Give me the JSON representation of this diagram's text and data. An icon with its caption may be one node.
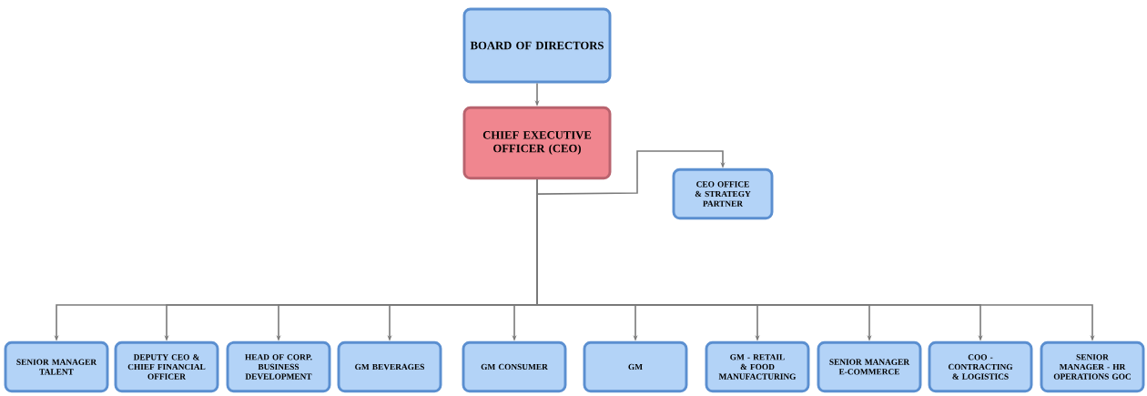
{
  "diagram": {
    "nodes": [
      {
        "text": [
          "BOARD OF DIRECTORS"
        ]
      },
      {
        "text": [
          "CHIEF EXECUTIVE OFFICER (CEO)"
        ]
      },
      {
        "text": [
          "CEO OFFICE & STRATEGY PARTNER"
        ]
      },
      {
        "text": [
          "SENIOR MANAGER TALENT"
        ]
      },
      {
        "text": [
          "DEPUTY CEO & CHIEF FINANCIAL OFFICER"
        ]
      },
      {
        "text": [
          "HEAD OF CORP. BUSINESS DEVELOPMENT"
        ]
      },
      {
        "text": [
          "GM BEVERAGES"
        ]
      },
      {
        "text": [
          "GM CONSUMER"
        ]
      },
      {
        "text": [
          "GM"
        ]
      },
      {
        "text": [
          "GM - RETAIL & FOOD MANUFACTURING"
        ]
      },
      {
        "text": [
          "SENIOR MANAGER E-COMMERCE"
        ]
      },
      {
        "text": [
          "COO - CONTRACTING & LOGISTICS"
        ]
      },
      {
        "text": [
          "SENIOR MANAGER - HR OPERATIONS GOC"
        ]
      }
    ],
    "edges": [
      {
        "from": 0,
        "to": 1,
        "arrow": "to"
      },
      {
        "from": 1,
        "to": 2,
        "arrow": "to"
      },
      {
        "from": 1,
        "to": 3,
        "arrow": "to"
      },
      {
        "from": 1,
        "to": 4,
        "arrow": "to"
      },
      {
        "from": 1,
        "to": 5,
        "arrow": "to"
      },
      {
        "from": 1,
        "to": 6,
        "arrow": "to"
      },
      {
        "from": 1,
        "to": 7,
        "arrow": "to"
      },
      {
        "from": 1,
        "to": 8,
        "arrow": "to"
      },
      {
        "from": 1,
        "to": 9,
        "arrow": "to"
      },
      {
        "from": 1,
        "to": 10,
        "arrow": "to"
      },
      {
        "from": 1,
        "to": 11,
        "arrow": "to"
      },
      {
        "from": 1,
        "to": 12,
        "arrow": "to"
      }
    ]
  }
}
